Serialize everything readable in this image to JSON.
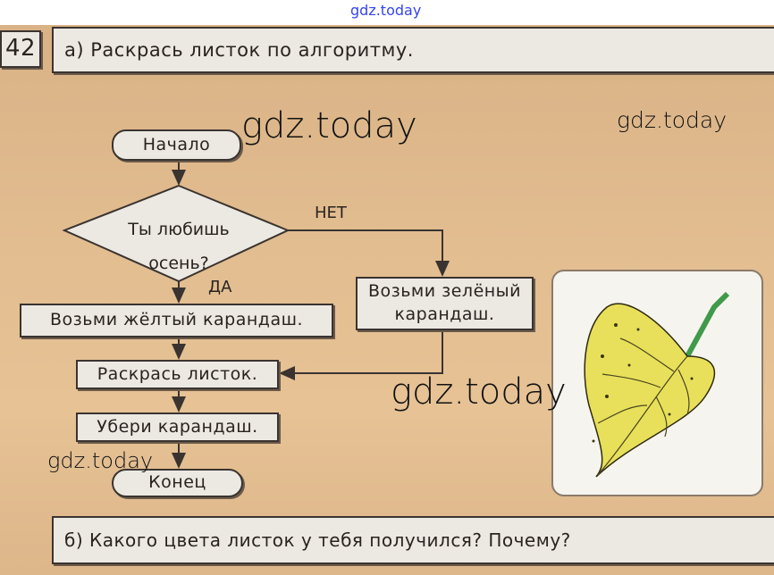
{
  "watermark_top": "gdz.today",
  "watermarks": [
    "gdz.today",
    "gdz.today",
    "gdz.today",
    "gdz.today"
  ],
  "task_number": "42",
  "task_a": "а) Раскрась листок по алгоритму.",
  "flowchart": {
    "start": "Начало",
    "decision_line1": "Ты любишь",
    "decision_line2": "осень?",
    "no_label": "НЕТ",
    "yes_label": "ДА",
    "yes_action": "Возьми жёлтый карандаш.",
    "no_action_line1": "Возьми зелёный",
    "no_action_line2": "карандаш.",
    "color_step": "Раскрась листок.",
    "remove_step": "Убери карандаш.",
    "end": "Конец"
  },
  "task_b": "б) Какого цвета листок у тебя получился? Почему?",
  "colors": {
    "leaf": "#e8e05a",
    "stem": "#3f9a4a",
    "page": "#e0b98a",
    "box": "#ece8e2"
  }
}
